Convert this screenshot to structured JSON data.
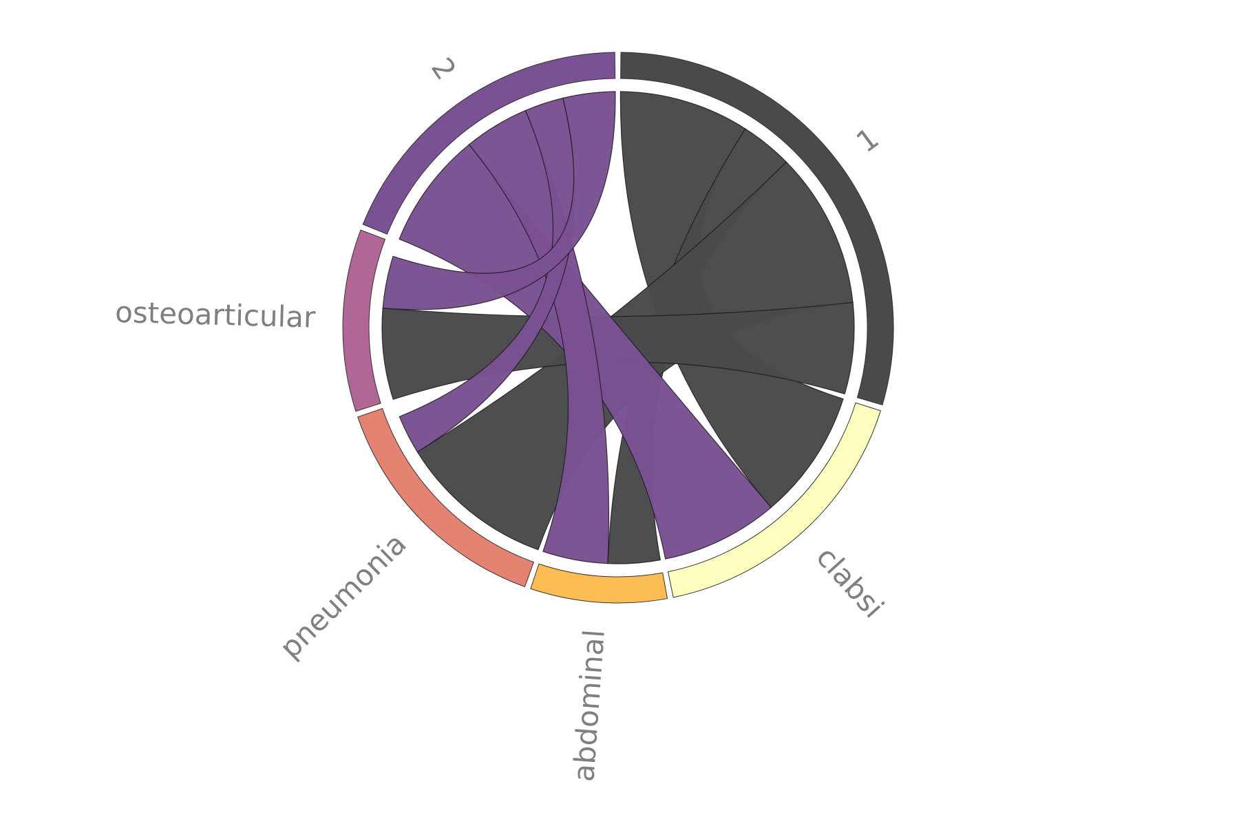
{
  "chart_data": {
    "type": "chord",
    "title": "",
    "nodes": [
      {
        "id": "1",
        "label": "1",
        "value": 33,
        "color": "#4a4a4c"
      },
      {
        "id": "clabsi",
        "label": "clabsi",
        "value": 19,
        "color": "#fcfdbf"
      },
      {
        "id": "abdominal",
        "label": "abdominal",
        "value": 9,
        "color": "#fbbd53"
      },
      {
        "id": "pneumonia",
        "label": "pneumonia",
        "value": 16,
        "color": "#e58373"
      },
      {
        "id": "osteoarticular",
        "label": "osteoarticular",
        "value": 12,
        "color": "#b06795"
      },
      {
        "id": "2",
        "label": "2",
        "value": 21,
        "color": "#7a5192"
      }
    ],
    "links": [
      {
        "source": "1",
        "target": "clabsi",
        "value": 10,
        "color": "#4a4a4c"
      },
      {
        "source": "1",
        "target": "abdominal",
        "value": 4,
        "color": "#4a4a4c"
      },
      {
        "source": "1",
        "target": "pneumonia",
        "value": 12,
        "color": "#4a4a4c"
      },
      {
        "source": "1",
        "target": "osteoarticular",
        "value": 7,
        "color": "#4a4a4c"
      },
      {
        "source": "2",
        "target": "clabsi",
        "value": 9,
        "color": "#7a5192"
      },
      {
        "source": "2",
        "target": "abdominal",
        "value": 5,
        "color": "#7a5192"
      },
      {
        "source": "2",
        "target": "pneumonia",
        "value": 3,
        "color": "#7a5192"
      },
      {
        "source": "2",
        "target": "osteoarticular",
        "value": 4,
        "color": "#7a5192"
      }
    ],
    "overlap_color": "#431b5e"
  }
}
